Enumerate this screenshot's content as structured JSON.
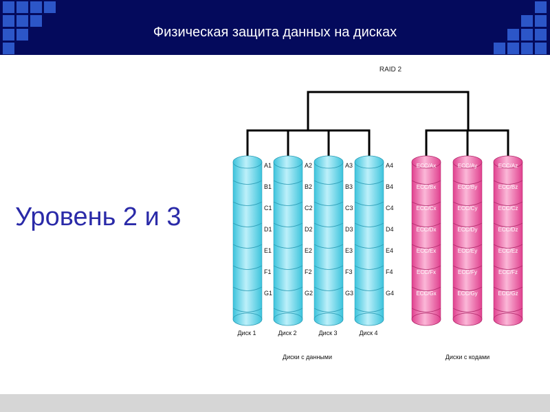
{
  "header": {
    "title": "Физическая защита данных на дисках"
  },
  "main": {
    "level_title": "Уровень 2 и 3"
  },
  "diagram": {
    "title": "RAID 2",
    "data_group_label": "Диски с данными",
    "code_group_label": "Диски с кодами",
    "data_disks": [
      {
        "name": "Диск 1",
        "blocks": [
          "A1",
          "B1",
          "C1",
          "D1",
          "E1",
          "F1",
          "G1"
        ]
      },
      {
        "name": "Диск 2",
        "blocks": [
          "A2",
          "B2",
          "C2",
          "D2",
          "E2",
          "F2",
          "G2"
        ]
      },
      {
        "name": "Диск 3",
        "blocks": [
          "A3",
          "B3",
          "C3",
          "D3",
          "E3",
          "F3",
          "G3"
        ]
      },
      {
        "name": "Диск 4",
        "blocks": [
          "A4",
          "B4",
          "C4",
          "D4",
          "E4",
          "F4",
          "G4"
        ]
      }
    ],
    "code_disks": [
      {
        "blocks": [
          "ECC/Ax",
          "ECC/Bx",
          "ECC/Cx",
          "ECC/Dx",
          "ECC/Ex",
          "ECC/Fx",
          "ECC/Gx"
        ]
      },
      {
        "blocks": [
          "ECC/Ay",
          "ECC/By",
          "ECC/Cy",
          "ECC/Dy",
          "ECC/Ey",
          "ECC/Fy",
          "ECC/Gy"
        ]
      },
      {
        "blocks": [
          "ECC/Az",
          "ECC/Bz",
          "ECC/Cz",
          "ECC/Dz",
          "ECC/Ez",
          "ECC/Fz",
          "ECC/Gz"
        ]
      }
    ],
    "colors": {
      "data_disk": "#3cc3dc",
      "data_disk_light": "#bdf0fa",
      "code_disk": "#e0408e",
      "code_disk_light": "#fbb8d8",
      "lines": "#000000"
    }
  },
  "colors": {
    "header_bg": "#040a5c",
    "header_squares": "#2c56c8",
    "level_title": "#2a2aa8",
    "footer": "#d6d6d6"
  }
}
